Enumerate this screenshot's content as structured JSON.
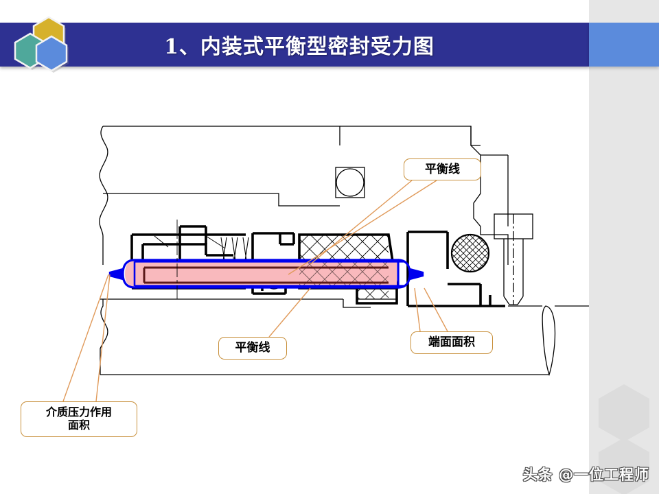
{
  "slide": {
    "title": "1、内装式平衡型密封受力图",
    "background_color": "#ffffff"
  },
  "banner": {
    "background_color": "#2e3192",
    "accent_block_color": "#5b8bdc",
    "text_color": "#ffffff"
  },
  "logo": {
    "name": "hexagon-cluster-logo",
    "hexagons": [
      {
        "name": "gold-hexagon",
        "color": "#d6b12c"
      },
      {
        "name": "teal-hexagon",
        "color": "#4fa89b"
      },
      {
        "name": "blue-hexagon",
        "color": "#5b8bdc"
      }
    ]
  },
  "right_strip": {
    "background_color": "#e6e6e6",
    "watermark_hex_color": "#dedede"
  },
  "diagram": {
    "name": "mechanical-seal-force-diagram",
    "colors": {
      "outline": "#000000",
      "pressure_area_fill": "#f9b9bd",
      "pressure_area_stroke": "#0000ee",
      "inner_stroke": "#5c1a1a",
      "leader_line": "#e09a5a",
      "hatch": "#000000"
    }
  },
  "callouts": [
    {
      "name": "callout-balance-line-top",
      "text": "平衡线"
    },
    {
      "name": "callout-balance-line-bottom",
      "text": "平衡线"
    },
    {
      "name": "callout-end-face-area",
      "text": "端面面积"
    },
    {
      "name": "callout-media-pressure-area",
      "text": "介质压力作用\n面积"
    }
  ],
  "watermark": {
    "text": "头条 @一位工程师"
  }
}
